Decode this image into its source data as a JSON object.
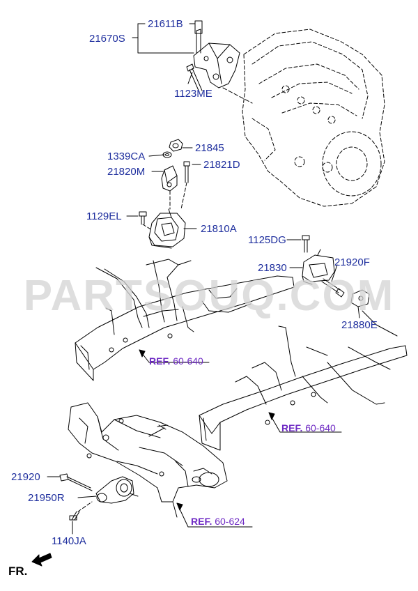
{
  "watermark": "PARTSOUQ.COM",
  "direction_label": "FR.",
  "parts": {
    "p21611B": "21611B",
    "p21670S": "21670S",
    "p1123ME": "1123ME",
    "p1339CA": "1339CA",
    "p21845": "21845",
    "p21820M": "21820M",
    "p21821D": "21821D",
    "p1129EL": "1129EL",
    "p21810A": "21810A",
    "p1125DG": "1125DG",
    "p21830": "21830",
    "p21920F": "21920F",
    "p21880E": "21880E",
    "p21920": "21920",
    "p21950R": "21950R",
    "p1140JA": "1140JA"
  },
  "refs": {
    "keyword": "REF.",
    "r1": "60-640",
    "r2": "60-640",
    "r3": "60-624"
  },
  "colors": {
    "label": "#1f2f9e",
    "ref": "#6f2bc4",
    "line": "#000000",
    "watermark": "#d4d4d4"
  }
}
